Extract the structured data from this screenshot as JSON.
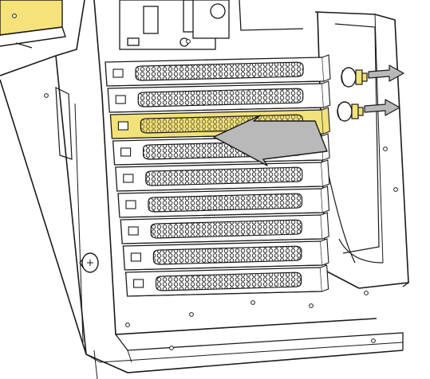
{
  "diagram": {
    "kind": "technical-line-illustration",
    "subject": "computer-case-rear-expansion-slots",
    "slot_count": 9,
    "highlighted_slot": 2,
    "colors": {
      "line": "#1a1a1a",
      "panel": "#ffffff",
      "highlight": "#f2e27a",
      "arrow_fill": "#b9b9b9",
      "label_block": "#f5e27a"
    },
    "icons": [
      "thumbscrew-icon",
      "screw-icon",
      "removal-arrow-icon",
      "insert-arrow-icon"
    ]
  }
}
